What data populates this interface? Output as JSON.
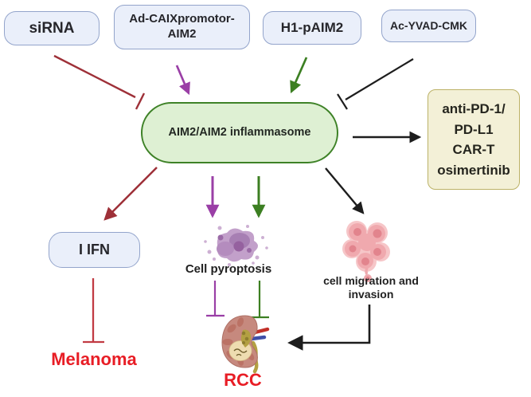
{
  "diagram": {
    "background": "#ffffff",
    "nodes": {
      "sirna": {
        "label": "siRNA"
      },
      "ad_caix_promotor_aim2": {
        "lines": [
          "Ad-CAIXpromotor-",
          "AIM2"
        ]
      },
      "h1_paim2": {
        "label": "H1-pAIM2"
      },
      "ac_yvad_cmk": {
        "label": "Ac-YVAD-CMK"
      },
      "aim2_inflammasome": {
        "label": "AIM2/AIM2 inflammasome"
      },
      "therapies": {
        "lines": [
          "anti-PD-1/",
          "PD-L1",
          "CAR-T",
          "osimertinib"
        ]
      },
      "type_i_ifn": {
        "label": "I IFN"
      },
      "melanoma": {
        "label": "Melanoma"
      },
      "cell_pyroptosis": {
        "label": "Cell pyroptosis"
      },
      "cell_migration": {
        "lines": [
          "cell migration and",
          "invasion"
        ]
      },
      "rcc": {
        "label": "RCC"
      }
    },
    "edges": [
      {
        "from": "siRNA",
        "to": "AIM2/AIM2 inflammasome",
        "type": "inhibition",
        "color": "#9e3038"
      },
      {
        "from": "Ad-CAIXpromotor-AIM2",
        "to": "AIM2/AIM2 inflammasome",
        "type": "activation",
        "color": "#9a3fa6"
      },
      {
        "from": "H1-pAIM2",
        "to": "AIM2/AIM2 inflammasome",
        "type": "activation",
        "color": "#3c7f22"
      },
      {
        "from": "Ac-YVAD-CMK",
        "to": "AIM2/AIM2 inflammasome",
        "type": "inhibition",
        "color": "#1d1d1d"
      },
      {
        "from": "AIM2/AIM2 inflammasome",
        "to": "anti-PD-1/PD-L1 CAR-T osimertinib",
        "type": "activation",
        "color": "#1d1d1d"
      },
      {
        "from": "AIM2/AIM2 inflammasome",
        "to": "I IFN",
        "type": "activation",
        "color": "#9e3038"
      },
      {
        "from": "AIM2/AIM2 inflammasome",
        "to": "Cell pyroptosis",
        "type": "activation",
        "color": "#9a3fa6"
      },
      {
        "from": "AIM2/AIM2 inflammasome",
        "to": "Cell pyroptosis",
        "type": "activation",
        "color": "#3c7f22"
      },
      {
        "from": "AIM2/AIM2 inflammasome",
        "to": "cell migration and invasion",
        "type": "activation",
        "color": "#1d1d1d"
      },
      {
        "from": "I IFN",
        "to": "Melanoma",
        "type": "inhibition",
        "color": "#c13b43"
      },
      {
        "from": "Cell pyroptosis",
        "to": "RCC",
        "type": "inhibition",
        "color": "#9a3fa6"
      },
      {
        "from": "Cell pyroptosis",
        "to": "RCC",
        "type": "inhibition",
        "color": "#3c7f22"
      },
      {
        "from": "cell migration and invasion",
        "to": "RCC",
        "type": "activation",
        "color": "#1d1d1d"
      }
    ],
    "colors": {
      "blue_box_fill": "#eaeffa",
      "blue_box_border": "#93a4cb",
      "green_box_fill": "#def0d3",
      "green_box_border": "#3e8227",
      "yellow_box_fill": "#f3f0d7",
      "yellow_box_border": "#bcb267",
      "dark_red": "#9e3038",
      "red_inhibit": "#c13b43",
      "bright_red_text": "#e81d25",
      "purple": "#9a3fa6",
      "green": "#3c7f22",
      "black": "#1d1d1d"
    }
  }
}
